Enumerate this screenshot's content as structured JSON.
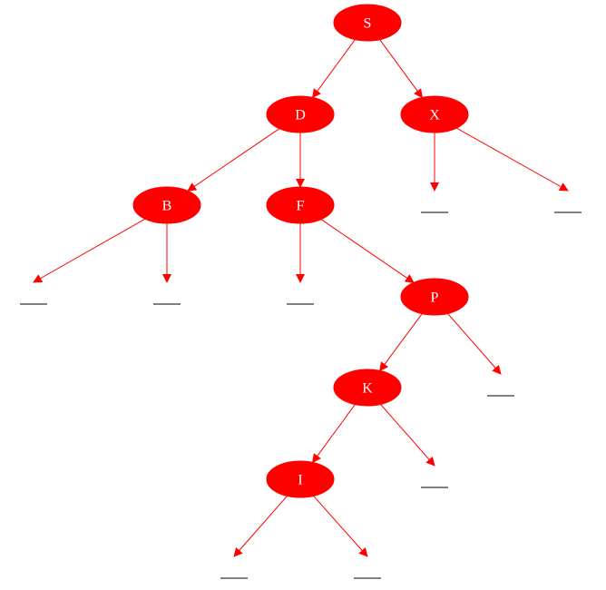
{
  "diagram": {
    "type": "binary-search-tree",
    "color": "#ff0000",
    "label_color": "#ffffff",
    "null_marker_color": "#000000",
    "nodes": [
      {
        "id": "S",
        "label": "S"
      },
      {
        "id": "D",
        "label": "D"
      },
      {
        "id": "X",
        "label": "X"
      },
      {
        "id": "B",
        "label": "B"
      },
      {
        "id": "F",
        "label": "F"
      },
      {
        "id": "P",
        "label": "P"
      },
      {
        "id": "K",
        "label": "K"
      },
      {
        "id": "I",
        "label": "I"
      }
    ],
    "edges": [
      {
        "from": "S",
        "to": "D"
      },
      {
        "from": "S",
        "to": "X"
      },
      {
        "from": "D",
        "to": "B"
      },
      {
        "from": "D",
        "to": "F"
      },
      {
        "from": "X",
        "to": "null-x-left"
      },
      {
        "from": "X",
        "to": "null-x-right"
      },
      {
        "from": "B",
        "to": "null-b-left"
      },
      {
        "from": "B",
        "to": "null-b-right"
      },
      {
        "from": "F",
        "to": "null-f-left"
      },
      {
        "from": "F",
        "to": "P"
      },
      {
        "from": "P",
        "to": "K"
      },
      {
        "from": "P",
        "to": "null-p-right"
      },
      {
        "from": "K",
        "to": "I"
      },
      {
        "from": "K",
        "to": "null-k-right"
      },
      {
        "from": "I",
        "to": "null-i-left"
      },
      {
        "from": "I",
        "to": "null-i-right"
      }
    ],
    "null_nodes": [
      "null-x-left",
      "null-x-right",
      "null-b-left",
      "null-b-right",
      "null-f-left",
      "null-p-right",
      "null-k-right",
      "null-i-left",
      "null-i-right"
    ]
  }
}
